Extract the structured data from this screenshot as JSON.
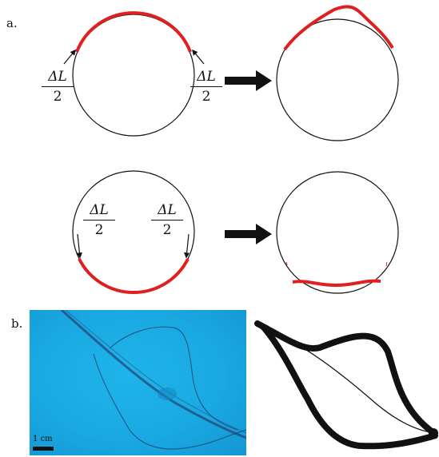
{
  "panel_a": {
    "label": "a.",
    "delta_numerator": "ΔL",
    "delta_denominator": "2"
  },
  "panel_b": {
    "label": "b.",
    "scale_label": "1 cm"
  },
  "colors": {
    "highlight": "#e02020",
    "outline": "#111111",
    "photo_background": "#1aa9e2"
  }
}
